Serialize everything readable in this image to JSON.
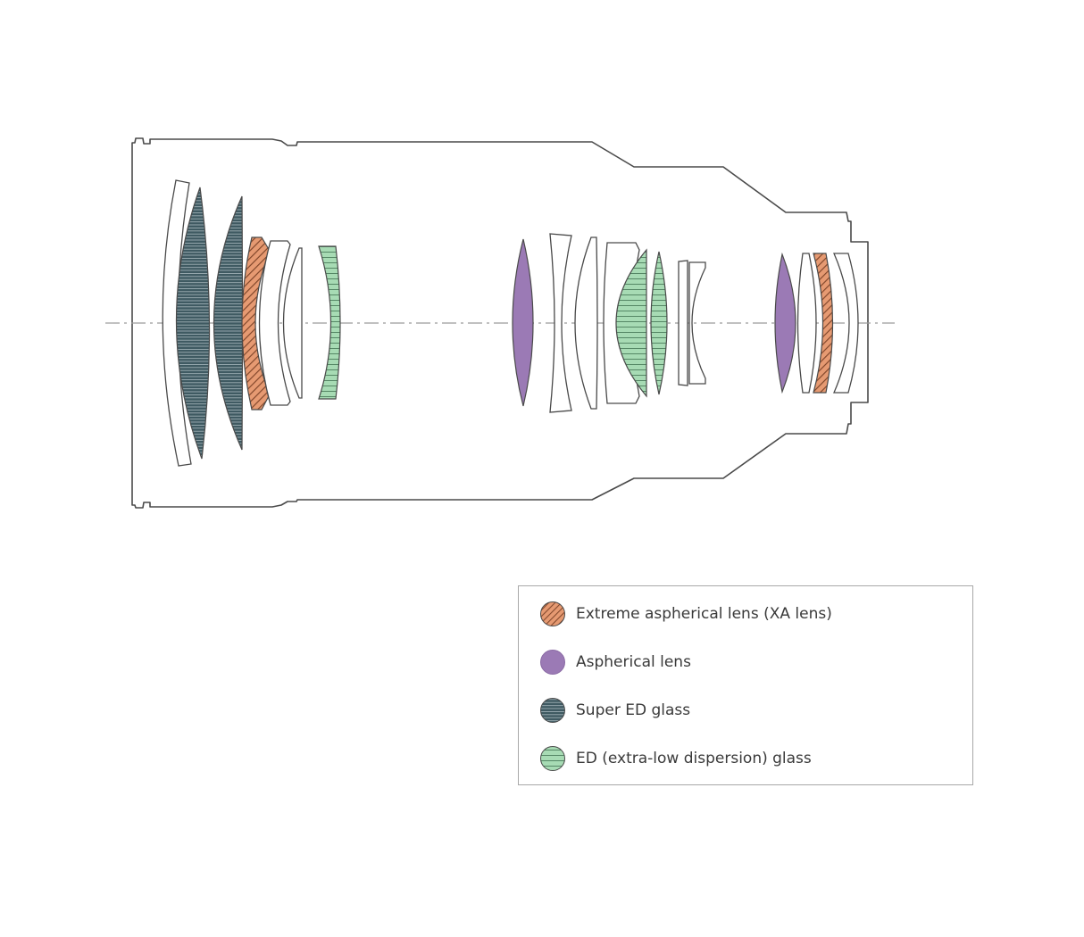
{
  "colors": {
    "outline": "#4a4a4a",
    "xa": "#e69a72",
    "aspherical": "#9b7ab5",
    "super_ed": "#3f5a62",
    "ed": "#a7dbb4",
    "axis": "#9a9a9a",
    "legend_border": "#a8a8a8"
  },
  "legend": {
    "items": [
      {
        "key": "xa",
        "label": "Extreme aspherical lens (XA lens)",
        "icon": "hatched-circle-icon"
      },
      {
        "key": "aspherical",
        "label": "Aspherical lens",
        "icon": "filled-circle-icon"
      },
      {
        "key": "super_ed",
        "label": "Super ED glass",
        "icon": "striped-circle-icon"
      },
      {
        "key": "ed",
        "label": "ED (extra-low dispersion) glass",
        "icon": "striped-circle-icon"
      }
    ]
  },
  "lens_elements": [
    {
      "id": "front-clear",
      "type": "clear"
    },
    {
      "id": "super-ed-1",
      "type": "super_ed"
    },
    {
      "id": "super-ed-2",
      "type": "super_ed"
    },
    {
      "id": "xa-1",
      "type": "xa"
    },
    {
      "id": "clear-2",
      "type": "clear"
    },
    {
      "id": "clear-3",
      "type": "clear"
    },
    {
      "id": "ed-1",
      "type": "ed"
    },
    {
      "id": "aspherical-1",
      "type": "aspherical"
    },
    {
      "id": "clear-4",
      "type": "clear"
    },
    {
      "id": "clear-5",
      "type": "clear"
    },
    {
      "id": "clear-6",
      "type": "clear"
    },
    {
      "id": "ed-2",
      "type": "ed"
    },
    {
      "id": "ed-3",
      "type": "ed"
    },
    {
      "id": "clear-7",
      "type": "clear"
    },
    {
      "id": "clear-8",
      "type": "clear"
    },
    {
      "id": "aspherical-2",
      "type": "aspherical"
    },
    {
      "id": "clear-9",
      "type": "clear"
    },
    {
      "id": "xa-2",
      "type": "xa"
    },
    {
      "id": "clear-10",
      "type": "clear"
    }
  ]
}
